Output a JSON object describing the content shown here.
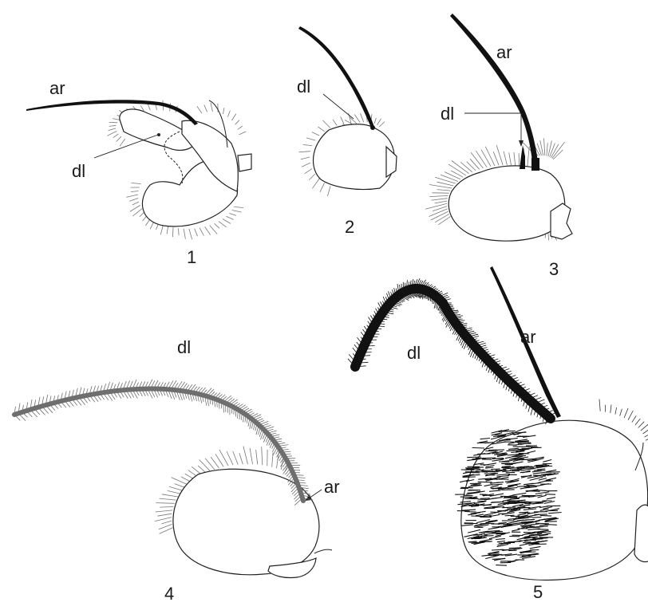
{
  "figure": {
    "panels": [
      {
        "number": "1",
        "labels": {
          "arista": "ar",
          "dorsal_lobe": "dl"
        }
      },
      {
        "number": "2",
        "labels": {
          "dorsal_lobe": "dl"
        }
      },
      {
        "number": "3",
        "labels": {
          "arista": "ar",
          "dorsal_lobe": "dl"
        }
      },
      {
        "number": "4",
        "labels": {
          "arista": "ar",
          "dorsal_lobe": "dl"
        }
      },
      {
        "number": "5",
        "labels": {
          "arista": "ar",
          "dorsal_lobe": "dl"
        }
      }
    ]
  },
  "colors": {
    "ink": "#1a1a1a",
    "hair_grey": "#777777",
    "lobe_grey": "#6e6e6e",
    "lobe_black": "#111111"
  }
}
